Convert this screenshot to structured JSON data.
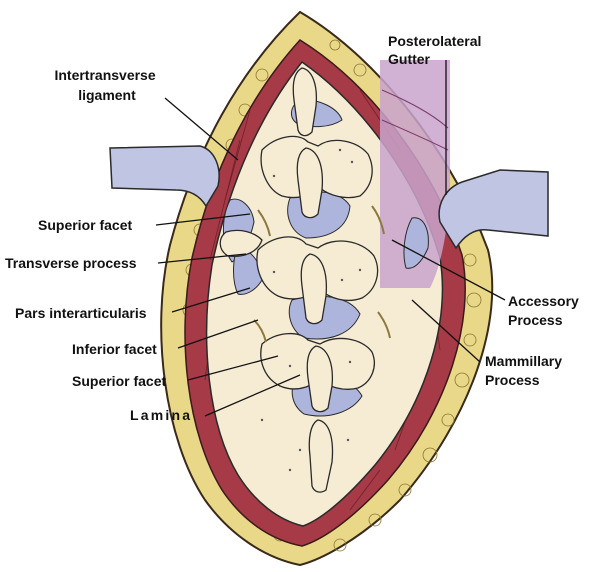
{
  "figure": {
    "labels": {
      "intertransverse_ligament": [
        "Intertransverse",
        "ligament"
      ],
      "superior_facet_upper": "Superior facet",
      "transverse_process": "Transverse process",
      "pars_interarticularis": "Pars interarticularis",
      "inferior_facet": "Inferior facet",
      "superior_facet_lower": "Superior facet",
      "lamina": "Lamina",
      "posterolateral_gutter": [
        "Posterolateral",
        "Gutter"
      ],
      "accessory_process": [
        "Accessory",
        "Process"
      ],
      "mammillary_process": [
        "Mammillary",
        "Process"
      ]
    },
    "colors": {
      "fat": "#ead889",
      "muscle": "#a63a46",
      "bone": "#f6ecd4",
      "ligament": "#aeb5dc",
      "retractor": "#bfc5e2",
      "gutter_highlight": "#c9a3cc"
    }
  }
}
